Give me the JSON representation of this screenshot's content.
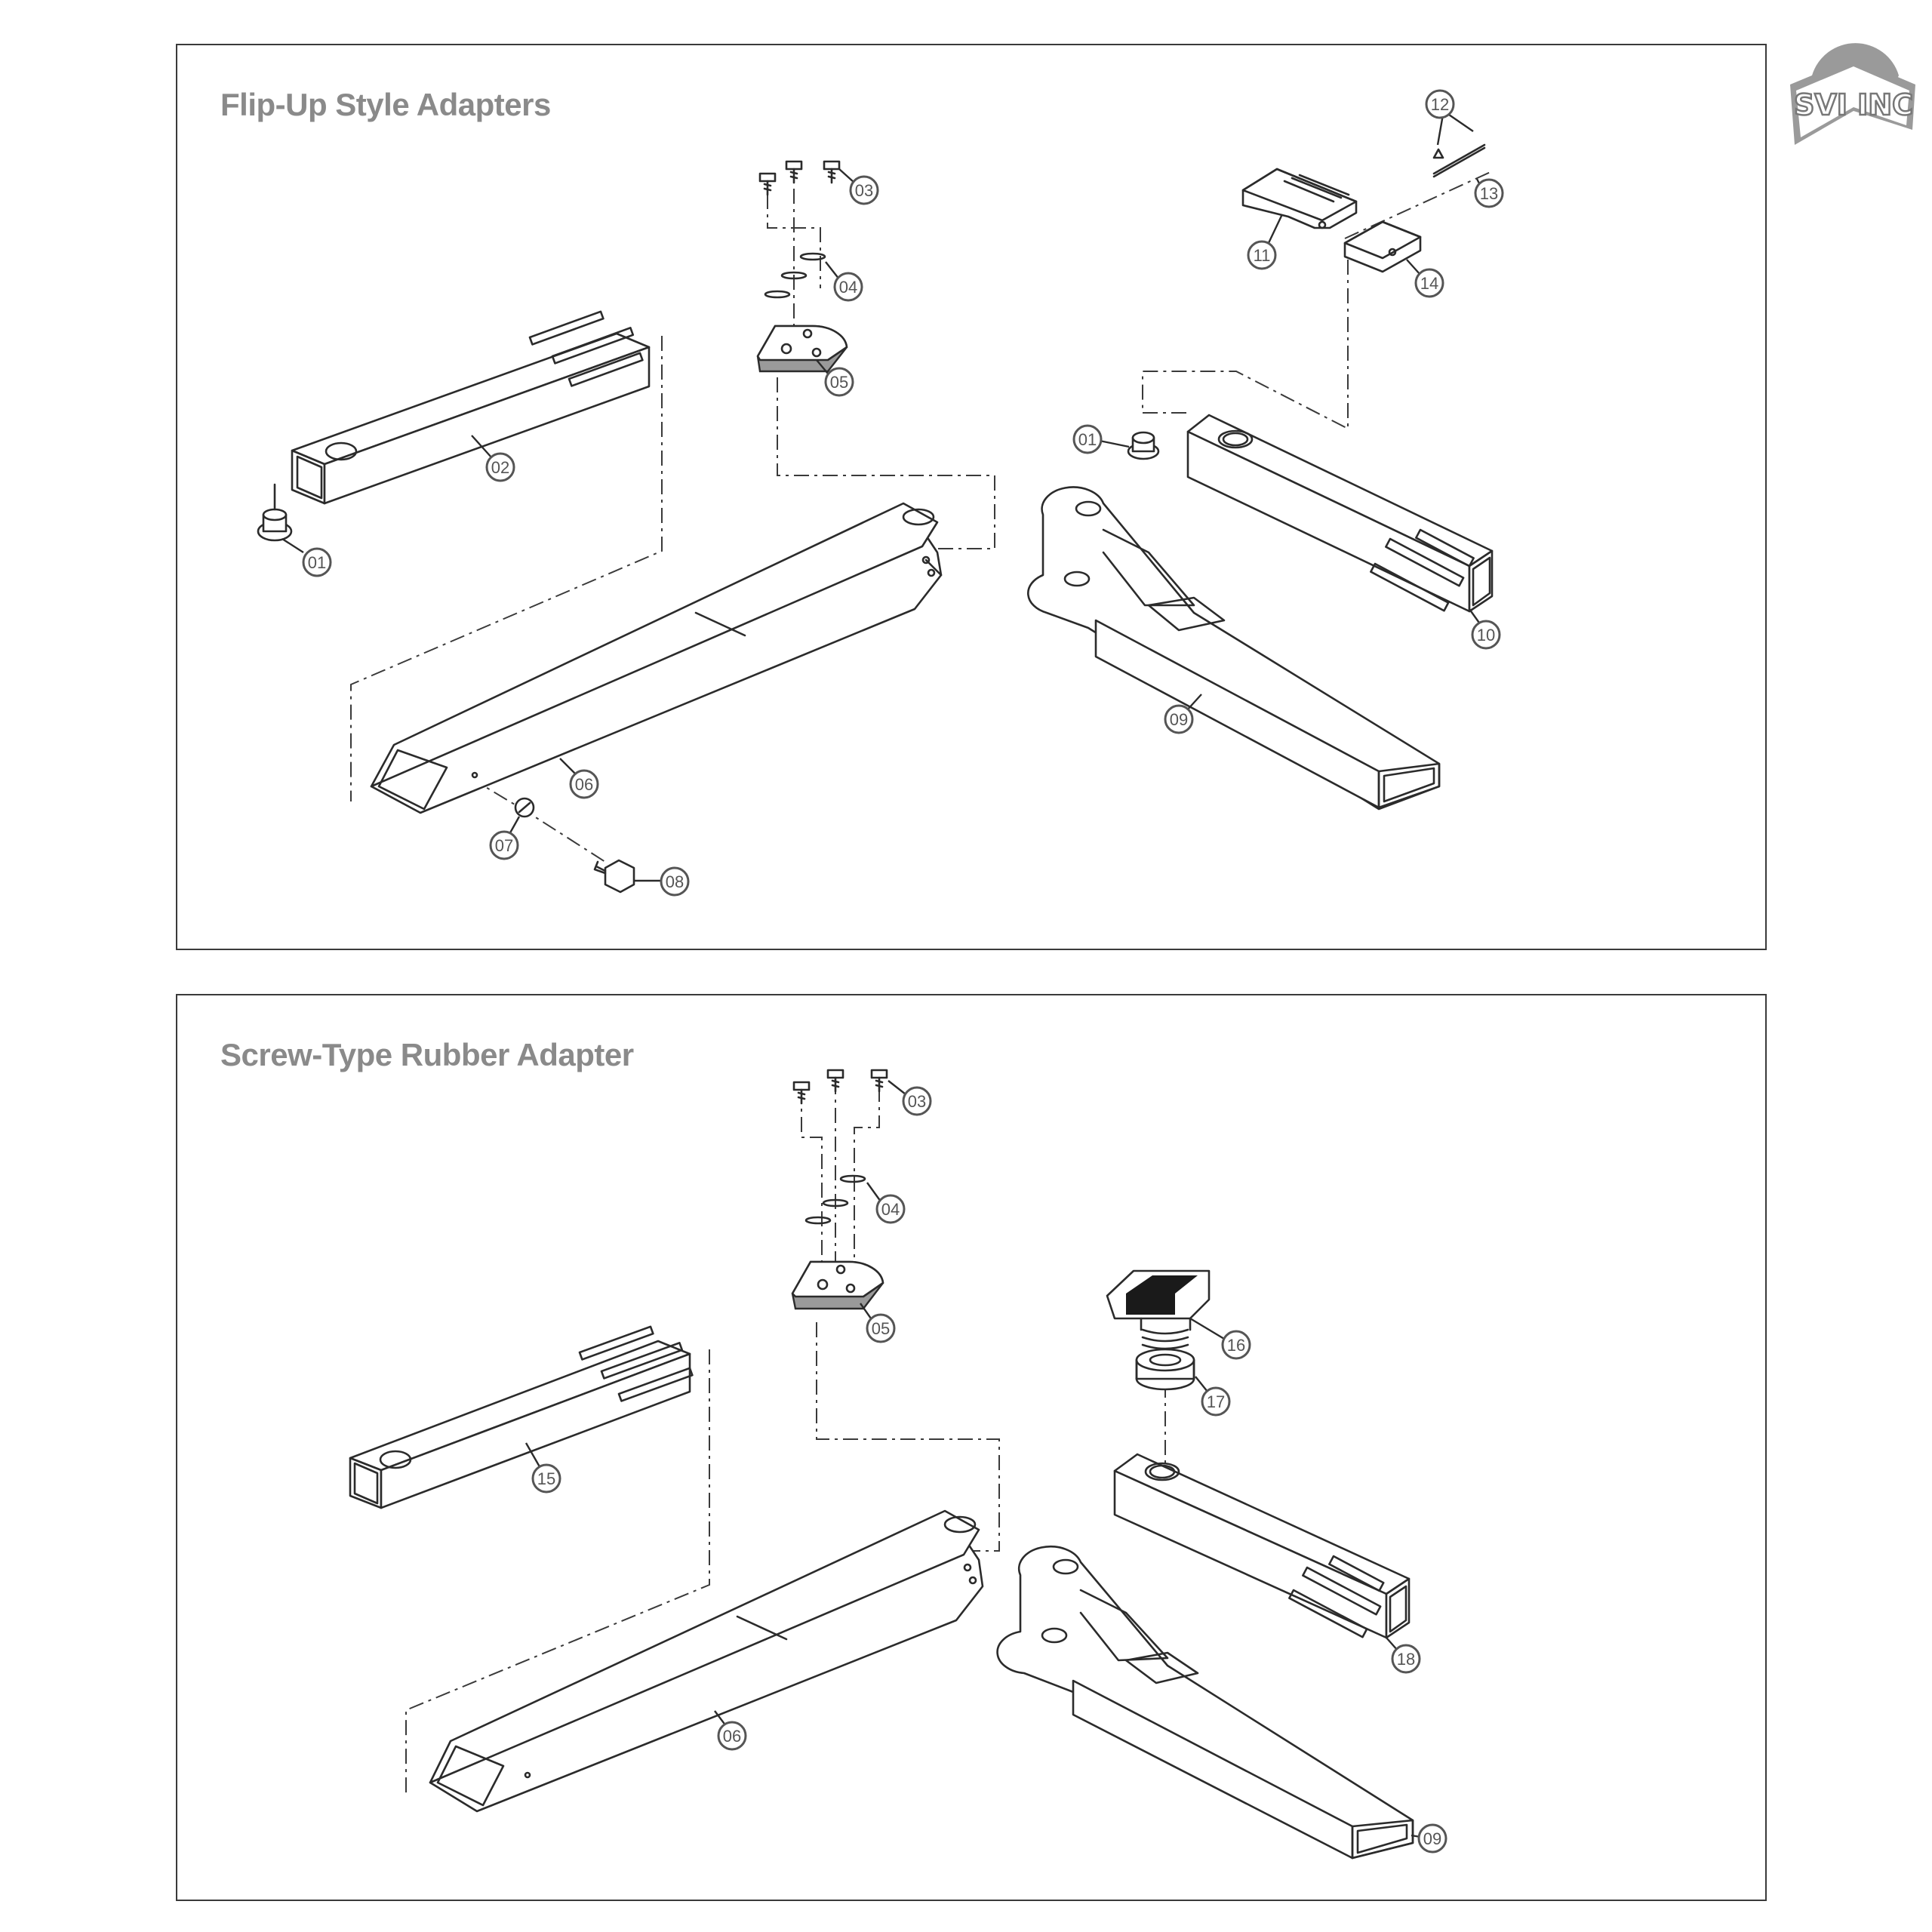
{
  "logo": {
    "text": "SVI INC"
  },
  "panels": [
    {
      "title": "Flip-Up Style Adapters",
      "callouts": [
        "01",
        "02",
        "03",
        "04",
        "05",
        "06",
        "07",
        "08",
        "09",
        "10",
        "11",
        "12",
        "13",
        "14"
      ]
    },
    {
      "title": "Screw-Type Rubber Adapter",
      "callouts": [
        "03",
        "04",
        "05",
        "06",
        "09",
        "15",
        "16",
        "17",
        "18"
      ]
    }
  ],
  "colors": {
    "frame": "#3a3a3a",
    "title": "#8a8a8a",
    "callout": "#555555",
    "rubber": "#1a1a1a",
    "logo": "#9a9a9a"
  }
}
